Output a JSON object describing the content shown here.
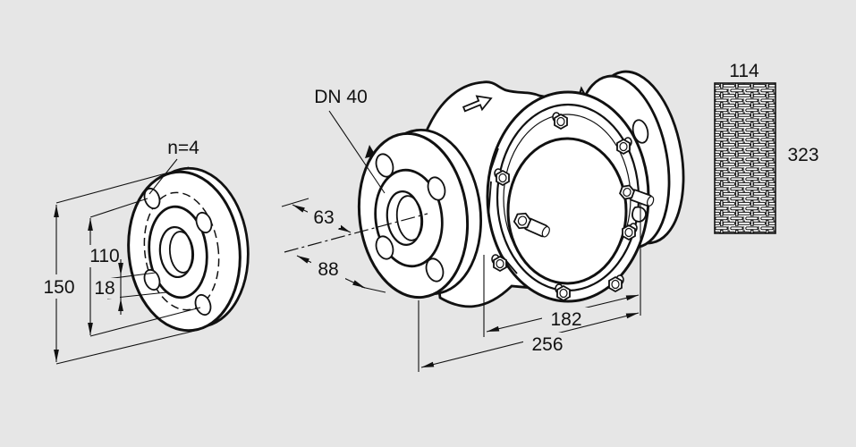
{
  "labels": {
    "dn_size": "DN 40",
    "bolt_count": "n=4"
  },
  "dimensions": {
    "flange_od": "150",
    "bolt_circle": "110",
    "bolt_hole_dia": "18",
    "face_to_center": "63",
    "center_to_end": "88",
    "cover_width": "182",
    "overall_length": "256",
    "screen_width": "114",
    "screen_length": "323"
  },
  "colors": {
    "background": "#e6e6e6",
    "ink": "#111111",
    "surface": "#ffffff"
  }
}
